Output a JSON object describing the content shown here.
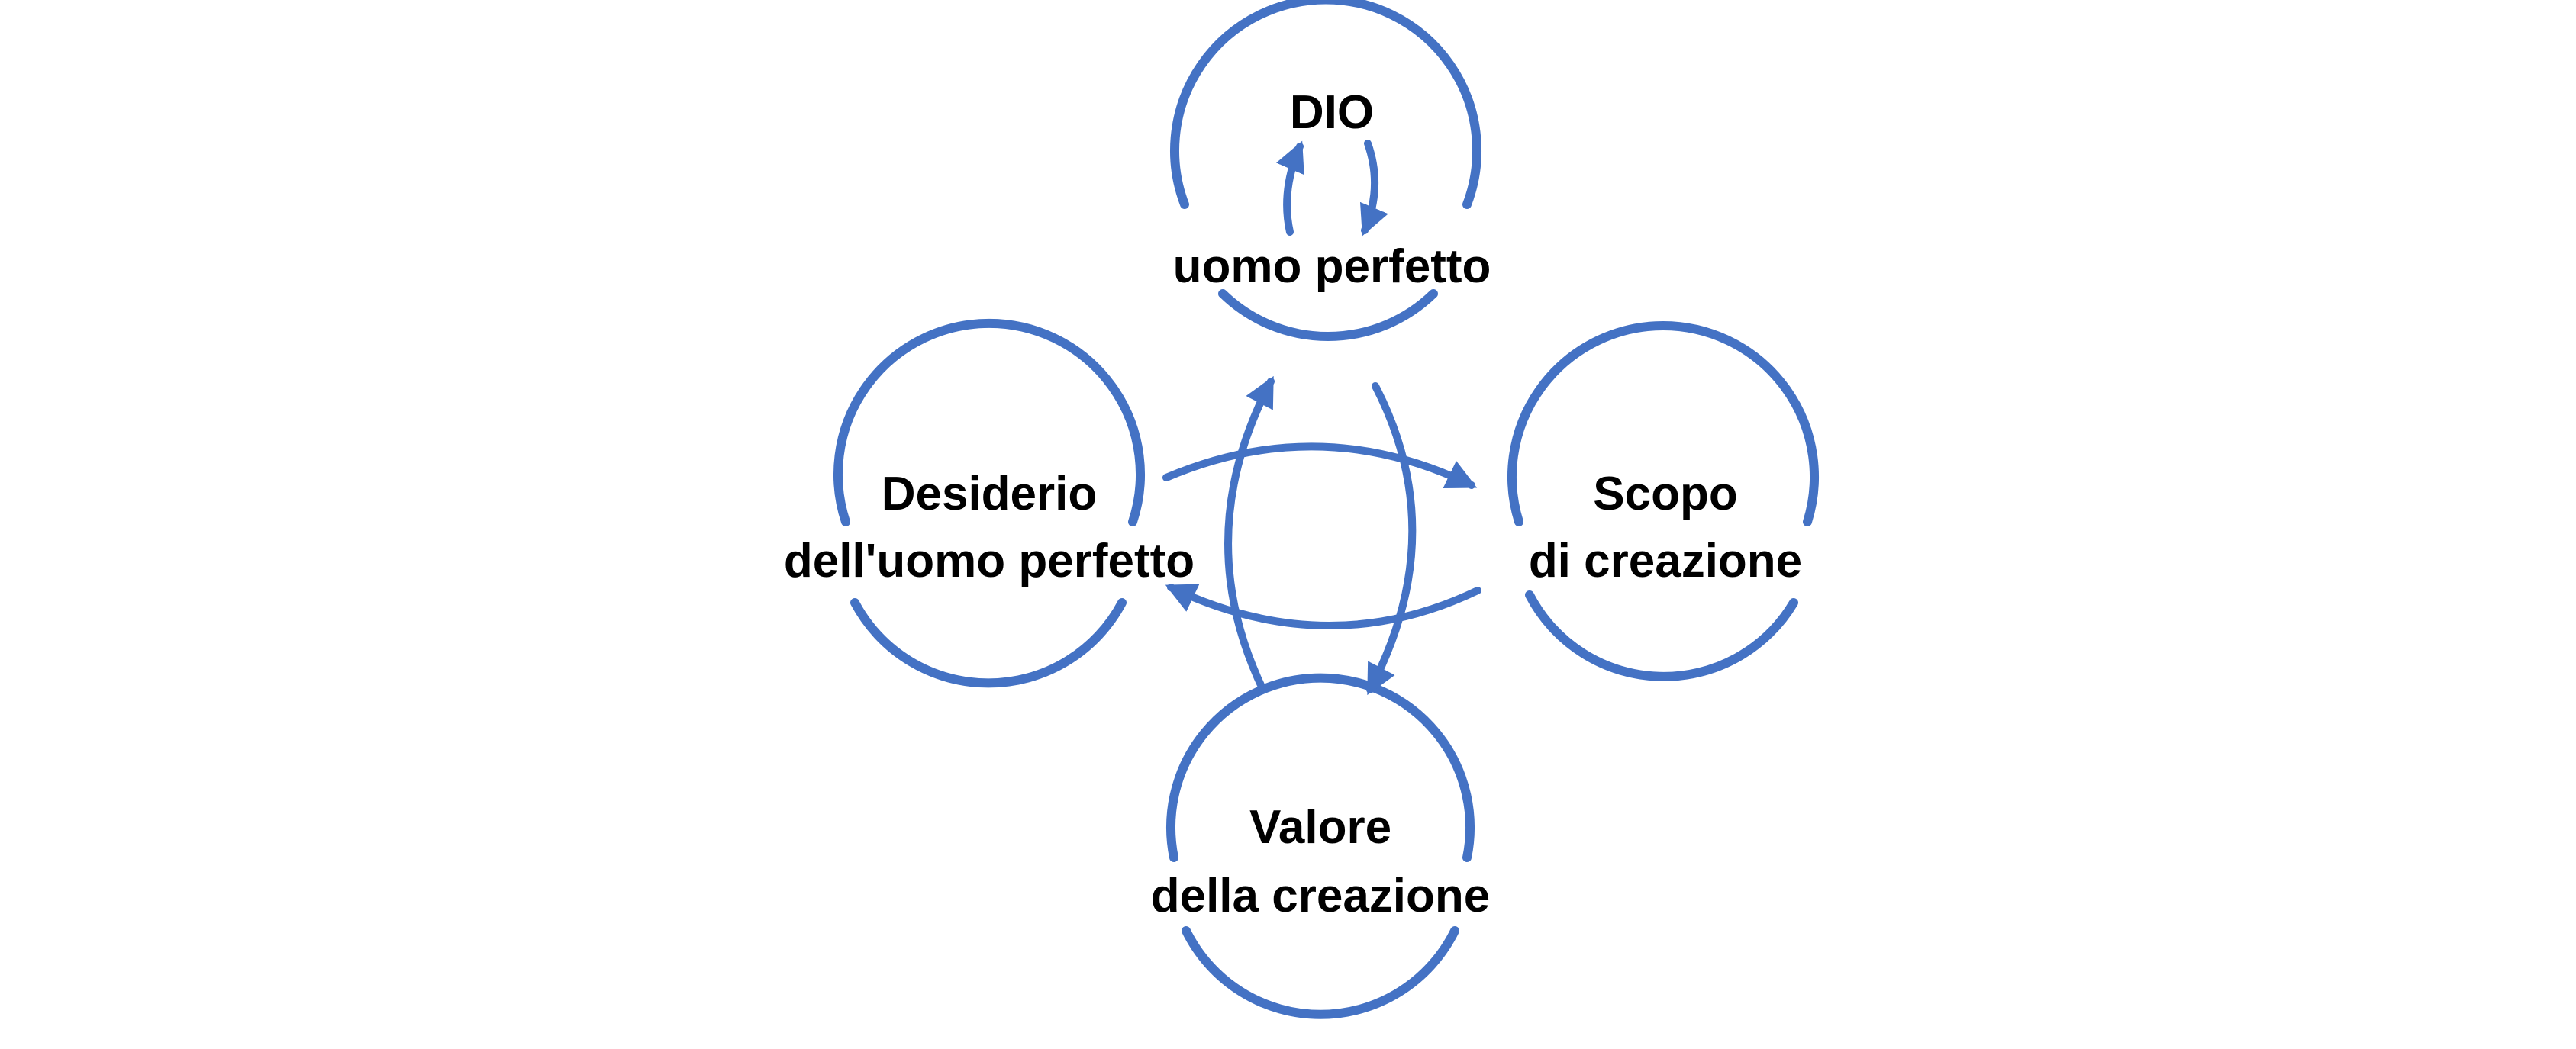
{
  "colors": {
    "stroke": "#4472C4",
    "text": "#000000",
    "background": "#FFFFFF"
  },
  "nodes": {
    "god": {
      "line1": "DIO",
      "line2": "uomo perfetto"
    },
    "desire": {
      "line1": "Desiderio",
      "line2": "dell'uomo perfetto"
    },
    "purpose": {
      "line1": "Scopo",
      "line2": "di creazione"
    },
    "value": {
      "line1": "Valore",
      "line2": "della creazione"
    }
  }
}
